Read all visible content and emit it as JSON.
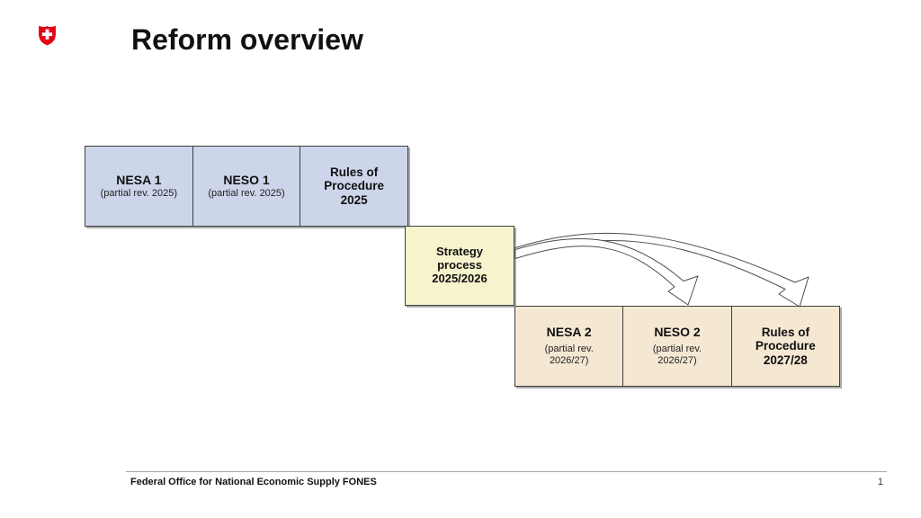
{
  "slide": {
    "title": "Reform overview",
    "logo": {
      "name": "swiss-federal-coat-of-arms",
      "color": "#e30613"
    },
    "footer": {
      "organization": "Federal Office for National Economic Supply FONES",
      "page_number": "1"
    }
  },
  "colors": {
    "phase1_fill": "#ccd5ea",
    "strategy_fill": "#f7f3cd",
    "phase2_fill": "#f4e8d2",
    "box_border": "#3f3f3f",
    "shadow": "#808080",
    "footer_rule": "#a6a6a6"
  },
  "diagram": {
    "phase1_boxes": [
      {
        "title": "NESA 1",
        "subtitle": "(partial rev. 2025)"
      },
      {
        "title": "NESO 1",
        "subtitle": "(partial rev. 2025)"
      },
      {
        "lines": [
          "Rules of",
          "Procedure",
          "2025"
        ]
      }
    ],
    "strategy_box": {
      "lines": [
        "Strategy",
        "process",
        "2025/2026"
      ]
    },
    "phase2_boxes": [
      {
        "title": "NESA 2",
        "subtitle_lines": [
          "(partial rev.",
          "2026/27)"
        ]
      },
      {
        "title": "NESO 2",
        "subtitle_lines": [
          "(partial rev.",
          "2026/27)"
        ]
      },
      {
        "lines": [
          "Rules of",
          "Procedure",
          "2027/28"
        ]
      }
    ],
    "arrows": [
      {
        "from": "strategy_box",
        "to": "NESO 2",
        "style": "curved-outline-block-arrow"
      },
      {
        "from": "strategy_box",
        "to": "Rules of Procedure 2027/28",
        "style": "curved-outline-block-arrow"
      }
    ]
  }
}
